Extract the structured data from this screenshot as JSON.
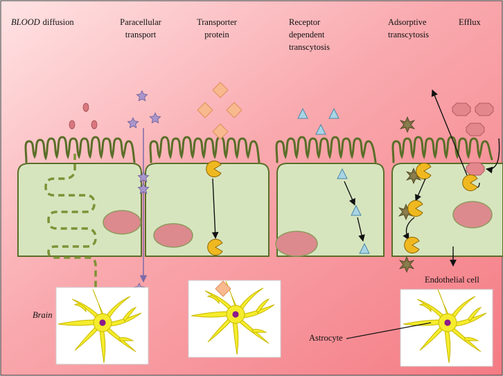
{
  "labels": {
    "blood_word": "BLOOD",
    "diffusion": "diffusion",
    "paracellular_1": "Paracellular",
    "paracellular_2": "transport",
    "transporter_1": "Transporter",
    "transporter_2": "protein",
    "receptor_1": "Receptor",
    "receptor_2": "dependent",
    "receptor_3": "transcytosis",
    "adsorptive_1": "Adsorptive",
    "adsorptive_2": "transcytosis",
    "efflux": "Efflux",
    "endothelial_cell": "Endothelial cell",
    "brain": "Brain",
    "astrocyte": "Astrocyte"
  },
  "colors": {
    "background_light": "#ffd6d8",
    "background_dark": "#f5838a",
    "cell_fill": "#d7e5bf",
    "cell_outline": "#5a6e28",
    "nucleus": "#dc8a8e",
    "star": "#a895cc",
    "diamond": "#f8b98e",
    "triangle": "#a8d4e4",
    "transporter": "#f0b820",
    "adsorptive_particle": "#7c7040",
    "efflux_particle": "#e3878d",
    "astrocyte": "#f5ec2c",
    "astrocyte_nucleus": "#8c1a8c"
  },
  "icons": [
    "star-icon",
    "diamond-icon",
    "triangle-icon",
    "pacman-transporter-icon",
    "spiky-particle-icon",
    "octagon-icon",
    "oval-molecule-icon",
    "astrocyte-icon"
  ]
}
